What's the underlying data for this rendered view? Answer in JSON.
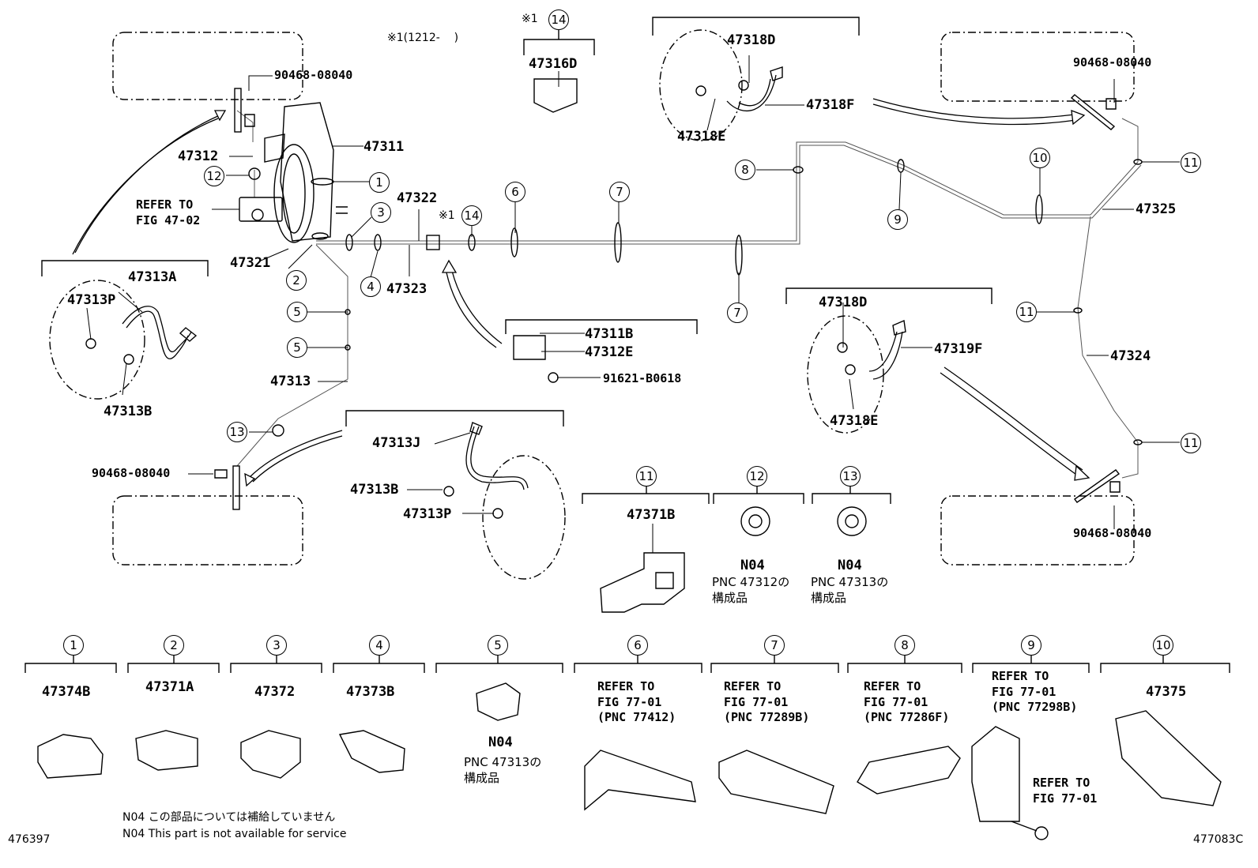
{
  "header": {
    "note": "※1(1212-    )",
    "note14": "※1"
  },
  "parts": {
    "p90468_a": "90468-08040",
    "p90468_b": "90468-08040",
    "p90468_c": "90468-08040",
    "p90468_d": "90468-08040",
    "p47311": "47311",
    "p47312": "47312",
    "refer_fig4702": "REFER TO\nFIG 47-02",
    "p47321": "47321",
    "p47322": "47322",
    "p47323": "47323",
    "p47313": "47313",
    "p47313A": "47313A",
    "p47313P_a": "47313P",
    "p47313B_a": "47313B",
    "p47316D": "47316D",
    "p47318D_a": "47318D",
    "p47318F": "47318F",
    "p47318E_a": "47318E",
    "p47325": "47325",
    "p47324": "47324",
    "p47311B": "47311B",
    "p47312E": "47312E",
    "p91621": "91621-B0618",
    "p47318D_b": "47318D",
    "p47319F": "47319F",
    "p47318E_b": "47318E",
    "p47313J": "47313J",
    "p47313B_b": "47313B",
    "p47313P_b": "47313P",
    "p47371B": "47371B",
    "n04_a": "N04",
    "n04_b": "N04",
    "n04_c": "N04",
    "pnc12": "PNC 47312の\n構成品",
    "pnc13": "PNC 47313の\n構成品",
    "pnc13b": "PNC 47313の\n構成品"
  },
  "circles": [
    "1",
    "2",
    "3",
    "4",
    "5",
    "5",
    "6",
    "7",
    "7",
    "8",
    "9",
    "10",
    "11",
    "11",
    "11",
    "12",
    "13",
    "14",
    "14"
  ],
  "bottom_row": [
    {
      "num": "1",
      "part": "47374B"
    },
    {
      "num": "2",
      "part": "47371A"
    },
    {
      "num": "3",
      "part": "47372"
    },
    {
      "num": "4",
      "part": "47373B"
    },
    {
      "num": "5",
      "part": "N04"
    },
    {
      "num": "6",
      "part": "REFER TO\nFIG 77-01\n(PNC 77412)"
    },
    {
      "num": "7",
      "part": "REFER TO\nFIG 77-01\n(PNC 77289B)"
    },
    {
      "num": "8",
      "part": "REFER TO\nFIG 77-01\n(PNC 77286F)"
    },
    {
      "num": "9",
      "part": "REFER TO\nFIG 77-01\n(PNC 77298B)"
    },
    {
      "num": "10",
      "part": "47375"
    }
  ],
  "extra_ref": "REFER TO\nFIG 77-01",
  "top_group": {
    "num11": "11",
    "num12": "12",
    "num13": "13"
  },
  "footer": {
    "left_id": "476397",
    "right_id": "477083C",
    "note_jp": "N04 この部品については補給していません",
    "note_en": "N04 This part is not available for service"
  }
}
